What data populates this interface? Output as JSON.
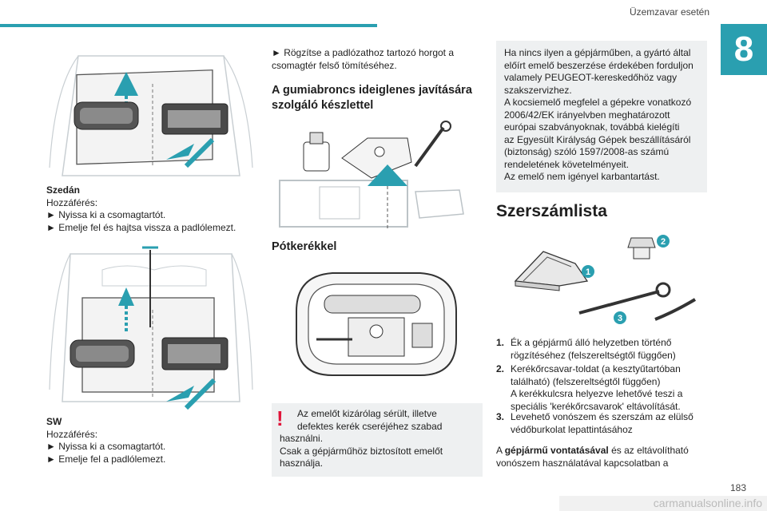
{
  "header": {
    "section_title": "Üzemzavar esetén",
    "chapter_number": "8"
  },
  "left_column": {
    "sedan_title": "Szedán",
    "sedan_access": "Hozzáférés:",
    "sedan_step1": "► Nyissa ki a csomagtartót.",
    "sedan_step2": "► Emelje fel és hajtsa vissza a padlólemezt.",
    "sw_title": "SW",
    "sw_access": "Hozzáférés:",
    "sw_step1": "► Nyissa ki a csomagtartót.",
    "sw_step2": "► Emelje fel a padlólemezt."
  },
  "middle_column": {
    "intro_line1": "► Rögzítse a padlózathoz tartozó horgot a",
    "intro_line2": "csomagtér felső tömítéséhez.",
    "kit_heading_line1": "A gumiabroncs ideiglenes javítására",
    "kit_heading_line2": "szolgáló készlettel",
    "spare_heading": "Pótkerékkel",
    "warning": {
      "line1": "Az emelőt kizárólag sérült, illetve",
      "line2": "defektes kerék cseréjéhez szabad",
      "line3": "használni.",
      "line4": "Csak a gépjárműhöz biztosított emelőt",
      "line5": "használja."
    }
  },
  "right_column": {
    "info_lines": [
      "Ha nincs ilyen a gépjárműben, a gyártó által",
      "előírt emelő beszerzése érdekében forduljon",
      "valamely PEUGEOT-kereskedőhöz vagy",
      "szakszervizhez.",
      "A kocsiemelő megfelel a gépekre vonatkozó",
      "2006/42/EK irányelvben meghatározott",
      "európai szabványoknak, továbbá kielégíti",
      "az Egyesült Királyság Gépek beszállításáról",
      "(biztonság) szóló 1597/2008-as számú",
      "rendeletének követelményeit.",
      "Az emelő nem igényel karbantartást."
    ],
    "tools_heading": "Szerszámlista",
    "callouts": [
      "1",
      "2",
      "3"
    ],
    "items": [
      {
        "num": "1.",
        "lines": [
          "Ék a gépjármű álló helyzetben történő",
          "rögzítéséhez (felszereltségtől függően)"
        ]
      },
      {
        "num": "2.",
        "lines": [
          "Kerékőrcsavar-toldat (a kesztyűtartóban",
          "található) (felszereltségtől függően)",
          "A kerékkulcsra helyezve lehetővé teszi a",
          "speciális 'kerékőrcsavarok' eltávolítását."
        ]
      },
      {
        "num": "3.",
        "lines": [
          "Levehető vonószem és szerszám az elülső",
          "védőburkolat lepattintásához"
        ]
      }
    ],
    "footer_pre": "A ",
    "footer_bold": "gépjármű vontatásával",
    "footer_post": " és az eltávolítható",
    "footer_line2": "vonószem használatával kapcsolatban a"
  },
  "page_number": "183",
  "watermark": "carmanualsonline.info",
  "colors": {
    "accent": "#2a9fb0",
    "warning": "#e0153a",
    "box_bg": "#eef0f1"
  }
}
